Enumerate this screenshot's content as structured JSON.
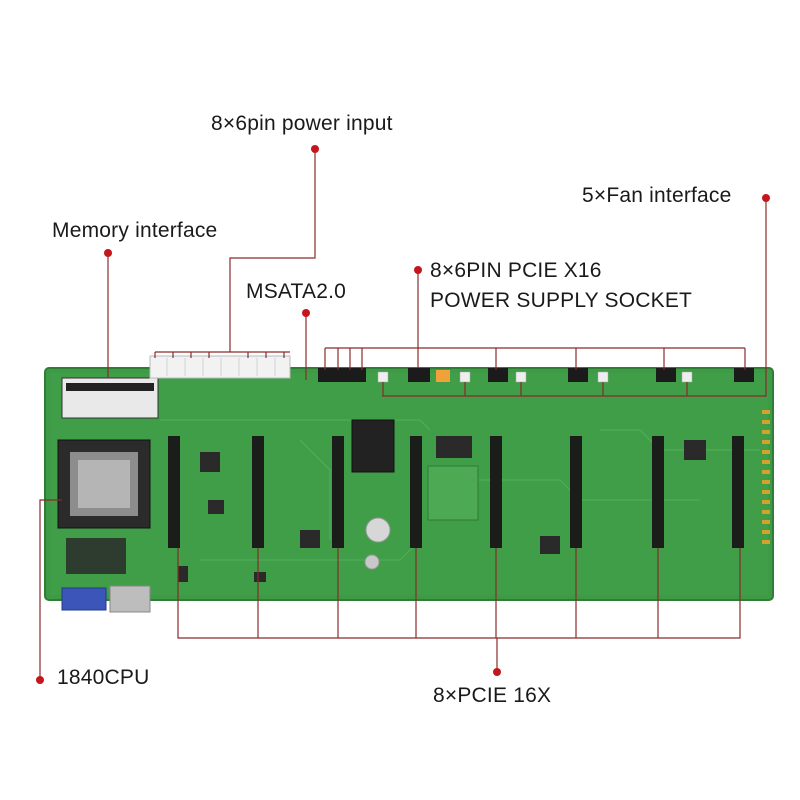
{
  "labels": {
    "power_input": "8×6pin power input",
    "fan": "5×Fan interface",
    "memory": "Memory interface",
    "pcie_power_line1": "8×6PIN PCIE X16",
    "pcie_power_line2": "POWER SUPPLY SOCKET",
    "msata": "MSATA2.0",
    "cpu": "1840CPU",
    "pcie_slots": "8×PCIE 16X"
  },
  "colors": {
    "pcb": "#3d9a45",
    "pcb_light": "#4fb357",
    "leader_line": "#8b2a2a",
    "dot": "#c4161c",
    "slot": "#1a1d1a",
    "connector_white": "#f2f2f2"
  }
}
